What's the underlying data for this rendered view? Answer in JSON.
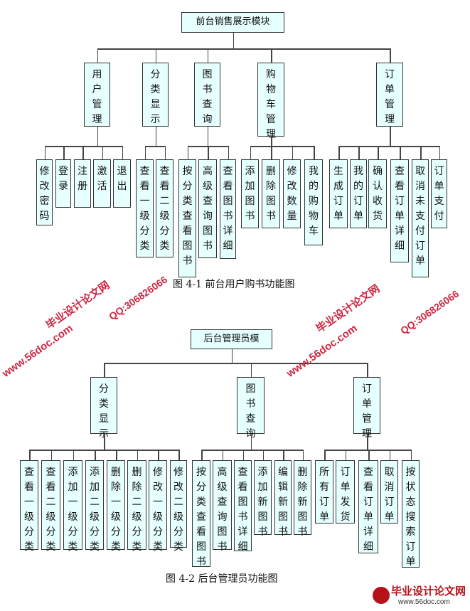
{
  "figure1": {
    "root": "前台销售展示模块",
    "modules": [
      {
        "label": "用户管理",
        "children": [
          "修改密码",
          "登录",
          "注册",
          "激活",
          "退出"
        ]
      },
      {
        "label": "分类显示",
        "children": [
          "查看一级分类",
          "查看二级分类"
        ]
      },
      {
        "label": "图书查询",
        "children": [
          "按分类查看图书",
          "高级查询图书",
          "查看图书详细"
        ]
      },
      {
        "label": "购物车管理",
        "children": [
          "添加图书",
          "删除图书",
          "修改数量",
          "我的购物车"
        ]
      },
      {
        "label": "订单管理",
        "children": [
          "生成订单",
          "我的订单",
          "确认收货",
          "查看订单详细",
          "取消未支付订单",
          "订单支付"
        ]
      }
    ],
    "caption": "图  4-1  前台用户购书功能图"
  },
  "figure2": {
    "root": "后台管理员模",
    "modules": [
      {
        "label": "分类显示",
        "children": [
          "查看一级分类",
          "查看二级分类",
          "添加一级分类",
          "添加二级分类",
          "删除一级分类",
          "删除二级分类",
          "修改一级分类",
          "修改二级分类"
        ]
      },
      {
        "label": "图书查询",
        "children": [
          "按分类查看图书",
          "高级查询图书",
          "查看图书详细",
          "添加新图书",
          "编辑新图书",
          "删除新图书"
        ]
      },
      {
        "label": "订单管理",
        "children": [
          "所有订单",
          "订单发货",
          "查看订单详细",
          "取消订单",
          "按状态搜索订单"
        ]
      }
    ],
    "caption": "图  4-2 后台管理员功能图"
  },
  "watermarks": {
    "site_name": "毕业设计论文网",
    "url": "www.56doc.com",
    "qq": "QQ:306826066"
  },
  "colors": {
    "box_fill": "#e6ffff",
    "watermark": "#c8102e"
  }
}
